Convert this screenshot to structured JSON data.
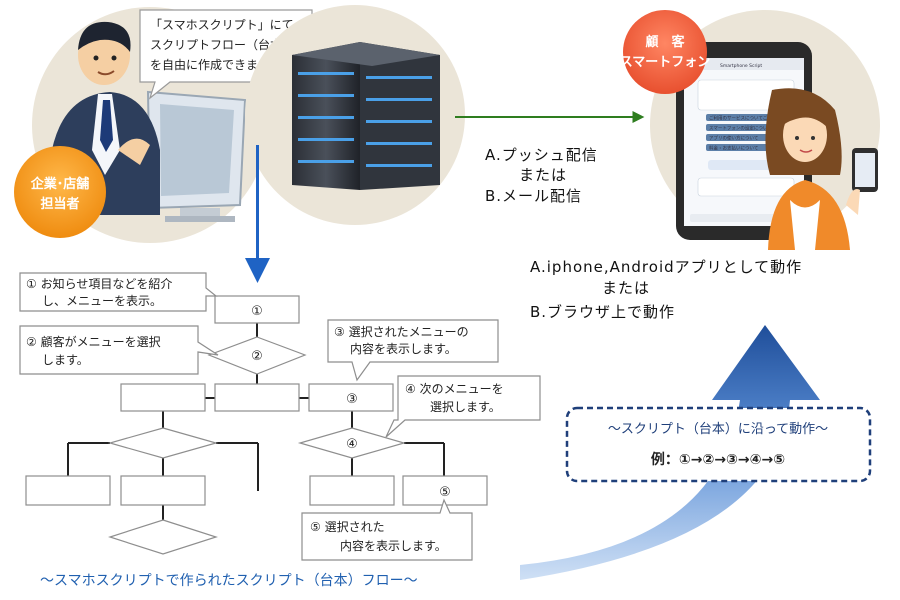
{
  "operator": {
    "callout_lines": [
      "「スマホスクリプト」にて",
      "スクリプトフロー（台本）",
      "を自由に作成できます。"
    ],
    "badge_lines": [
      "企業･店舗",
      "担当者"
    ]
  },
  "delivery": {
    "lines": [
      "A.プッシュ配信",
      "または",
      "B.メール配信"
    ]
  },
  "customer": {
    "badge_lines": [
      "顧　客",
      "スマートフォン"
    ],
    "phone_screen": {
      "app_name": "Smartphone Script",
      "items": [
        "ご利用のサービスについてご案内します",
        "スマートフォンの設定について",
        "アプリの使い方について",
        "料金・お支払いについて"
      ]
    }
  },
  "platform": {
    "lines": [
      "A.iphone,Androidアプリとして動作",
      "または",
      "B.ブラウザ上で動作"
    ]
  },
  "flow": {
    "nodes": {
      "n1": "①",
      "n2": "②",
      "n3": "③",
      "n4": "④",
      "n5": "⑤"
    },
    "callouts": {
      "c1": [
        "① お知らせ項目などを紹介",
        "し、メニューを表示。"
      ],
      "c2": [
        "② 顧客がメニューを選択",
        "します。"
      ],
      "c3": [
        "③ 選択されたメニューの",
        "内容を表示します。"
      ],
      "c4": [
        "④ 次のメニューを",
        "選択します。"
      ],
      "c5": [
        "⑤ 選択された",
        "内容を表示します。"
      ]
    },
    "caption": "〜スマホスクリプトで作られたスクリプト（台本）フロー〜"
  },
  "script_box": {
    "title": "〜スクリプト（台本）に沿って動作〜",
    "example": "例：①→②→③→④→⑤"
  },
  "colors": {
    "badge_orange": "#f39a1e",
    "badge_red": "#ee5a3c",
    "circle_bg": "#ebe5d8",
    "green_arrow": "#2e7d1f",
    "blue_arrow": "#1f63c4",
    "dashed_border": "#1f3f7a"
  }
}
